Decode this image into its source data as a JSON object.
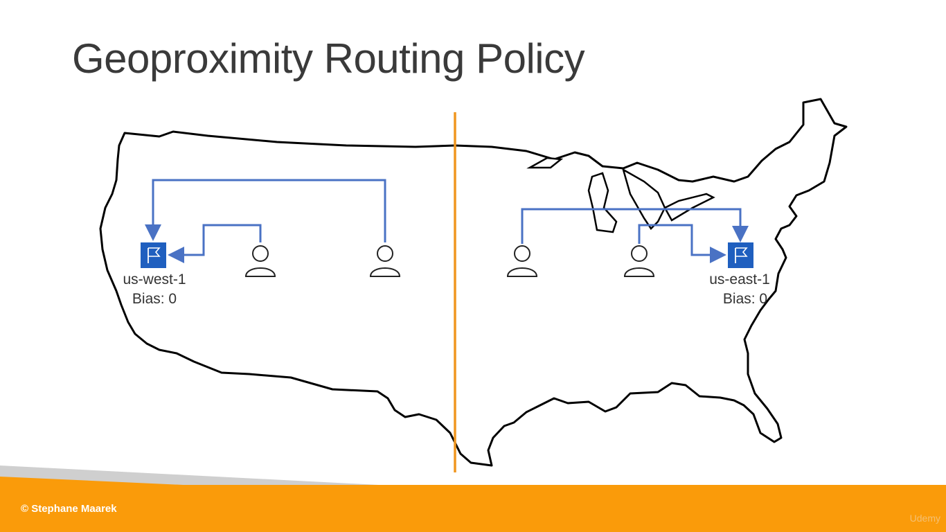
{
  "slide": {
    "title": "Geoproximity Routing Policy"
  },
  "regions": [
    {
      "name": "us-west-1",
      "bias": "Bias: 0"
    },
    {
      "name": "us-east-1",
      "bias": "Bias: 0"
    }
  ],
  "users": [
    {
      "id": "user-west-near",
      "routes_to": "us-west-1"
    },
    {
      "id": "user-west-far",
      "routes_to": "us-west-1"
    },
    {
      "id": "user-east-far",
      "routes_to": "us-east-1"
    },
    {
      "id": "user-east-near",
      "routes_to": "us-east-1"
    }
  ],
  "footer": {
    "copyright": "© Stephane Maarek",
    "watermark": "Udemy"
  },
  "colors": {
    "boundary": "#f0961f",
    "arrows": "#4a72c4",
    "region_icon": "#1f5fbf",
    "footer": "#fa9b0a",
    "footer_shadow": "#cfcfcf"
  }
}
